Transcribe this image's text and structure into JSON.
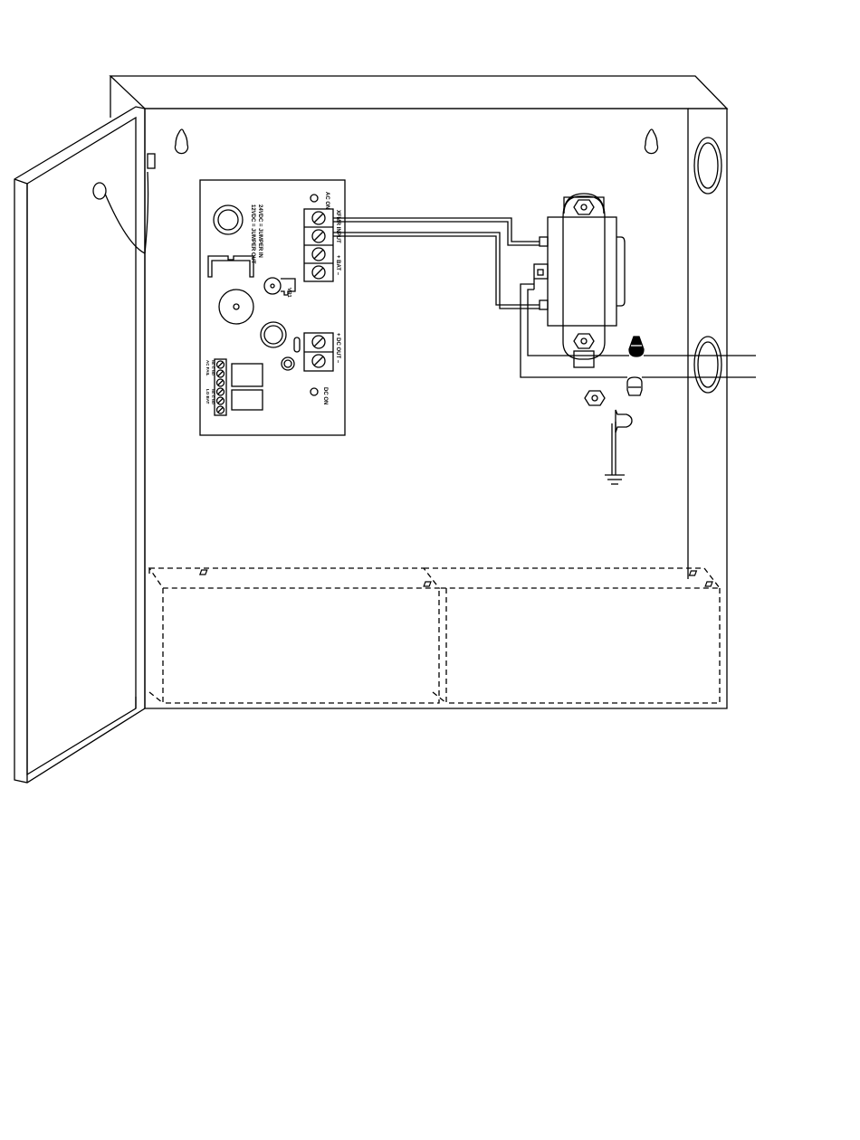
{
  "board": {
    "ac_on": "AC ON",
    "jumper_out": "12VDC = JUMPER OUT",
    "jumper_in": "24VDC = JUMPER IN",
    "xfmr_input": "XFMR INPUT",
    "bat": "+ BAT –",
    "dc_out": "+ DC OUT –",
    "dc_on": "DC ON",
    "vr1": "VR1",
    "ac_fail": "AC FAIL",
    "low_bat": "LO BAT",
    "ac_fail_contacts": "NC C NO",
    "low_bat_contacts": "NC C NO"
  }
}
